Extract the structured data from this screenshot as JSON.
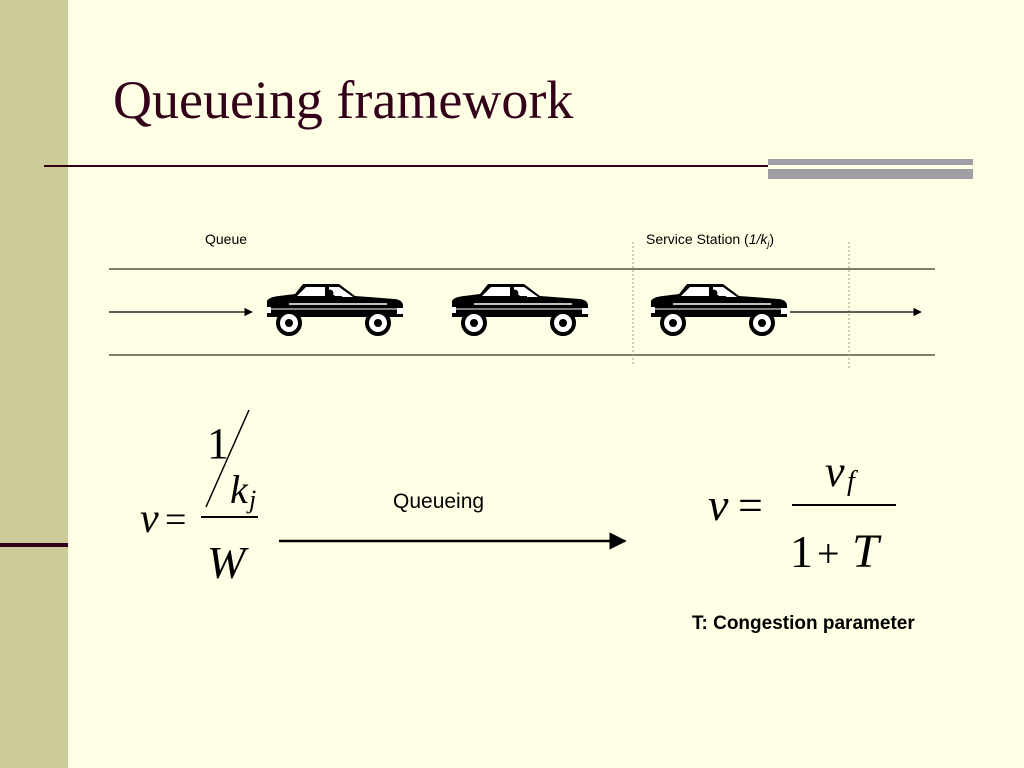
{
  "slide": {
    "title": "Queueing framework"
  },
  "diagram": {
    "queue_label": "Queue",
    "station_label_prefix": "Service Station (",
    "station_rate": "1/k",
    "station_sub": "j",
    "station_label_suffix": ")"
  },
  "equation_left": {
    "lhs": "v",
    "equals": "=",
    "num": "1",
    "sub_var": "k",
    "sub_idx": "j",
    "den": "W"
  },
  "transition": {
    "label": "Queueing"
  },
  "equation_right": {
    "lhs": "v",
    "equals": "=",
    "num_var": "v",
    "num_idx": "f",
    "den_one": "1",
    "den_plus": "+",
    "den_var": "T"
  },
  "caption": "T: Congestion parameter",
  "colors": {
    "background": "#ffffe5",
    "sidebar": "#cccc99",
    "title": "#33001a",
    "accent_bar": "#a09fa5"
  }
}
